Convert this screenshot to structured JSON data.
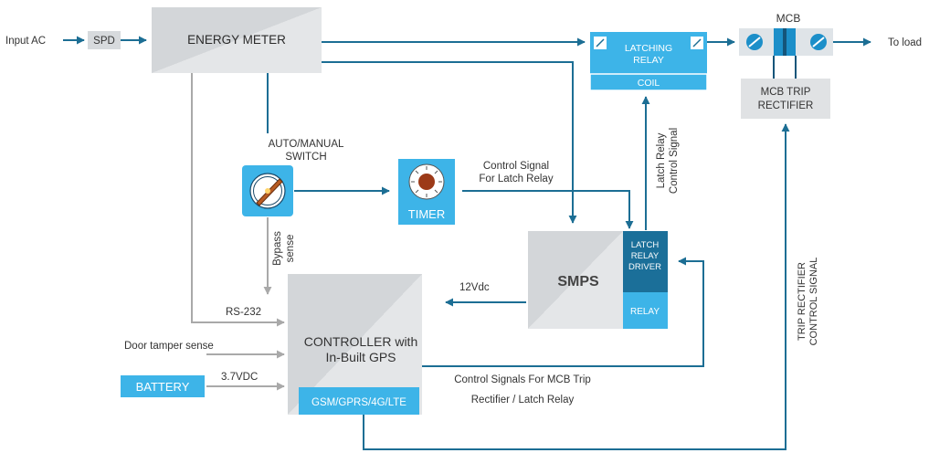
{
  "inputs": {
    "input_ac": "Input AC",
    "spd": "SPD",
    "to_load": "To load"
  },
  "blocks": {
    "energy_meter": "ENERGY METER",
    "latching_relay_line1": "LATCHING",
    "latching_relay_line2": "RELAY",
    "coil": "COIL",
    "mcb": "MCB",
    "mcb_trip_rectifier_line1": "MCB TRIP",
    "mcb_trip_rectifier_line2": "RECTIFIER",
    "timer": "TIMER",
    "smps": "SMPS",
    "latch_relay_driver_line1": "LATCH",
    "latch_relay_driver_line2": "RELAY",
    "latch_relay_driver_line3": "DRIVER",
    "relay": "RELAY",
    "controller_line1": "CONTROLLER with",
    "controller_line2": "In-Built GPS",
    "gsm": "GSM/GPRS/4G/LTE",
    "battery": "BATTERY"
  },
  "labels": {
    "auto_manual_line1": "AUTO/MANUAL",
    "auto_manual_line2": "SWITCH",
    "control_signal_line1": "Control Signal",
    "control_signal_line2": "For Latch Relay",
    "latch_relay_ctrl_line1": "Latch Relay",
    "latch_relay_ctrl_line2": "Control Signal",
    "bypass_line1": "Bypass",
    "bypass_line2": "sense",
    "v12": "12Vdc",
    "rs232": "RS-232",
    "door_tamper": "Door tamper sense",
    "v37": "3.7VDC",
    "ctrl_signals_line1": "Control Signals For MCB Trip",
    "ctrl_signals_line2": "Rectifier / Latch Relay",
    "trip_rectifier_line1": "TRIP RECTIFIER",
    "trip_rectifier_line2": "CONTROL SIGNAL"
  },
  "colors": {
    "teal": "#1c6e94",
    "light_blue": "#3db4e8",
    "dark_blue": "#1b6f99",
    "gray_block": "#e0e2e4",
    "gray_line": "#a9a9a9",
    "mcb_body": "#dfe4e8"
  },
  "icons": {
    "switch": "rotary-switch-icon",
    "timer": "timer-dial-icon",
    "screw": "screw-terminal-icon"
  }
}
